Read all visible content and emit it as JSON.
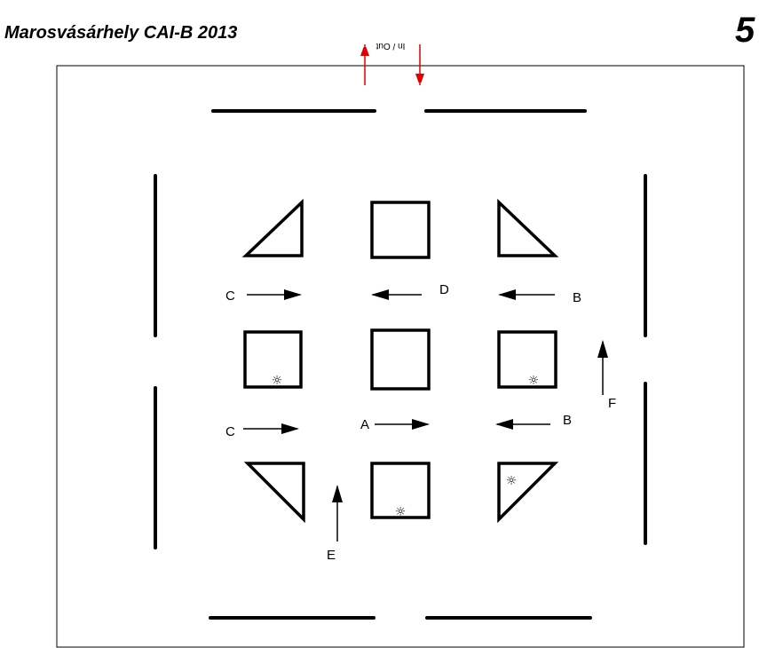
{
  "header": {
    "title": "Marosvásárhely CAI-B  2013",
    "course_number": "5"
  },
  "entrance": {
    "label": "In / Out",
    "color": "#e00000"
  },
  "arrow_labels": {
    "c1": "C",
    "d": "D",
    "b1": "B",
    "c2": "C",
    "a": "A",
    "b2": "B",
    "f": "F",
    "e": "E"
  },
  "icons": {
    "sun": "☼"
  }
}
